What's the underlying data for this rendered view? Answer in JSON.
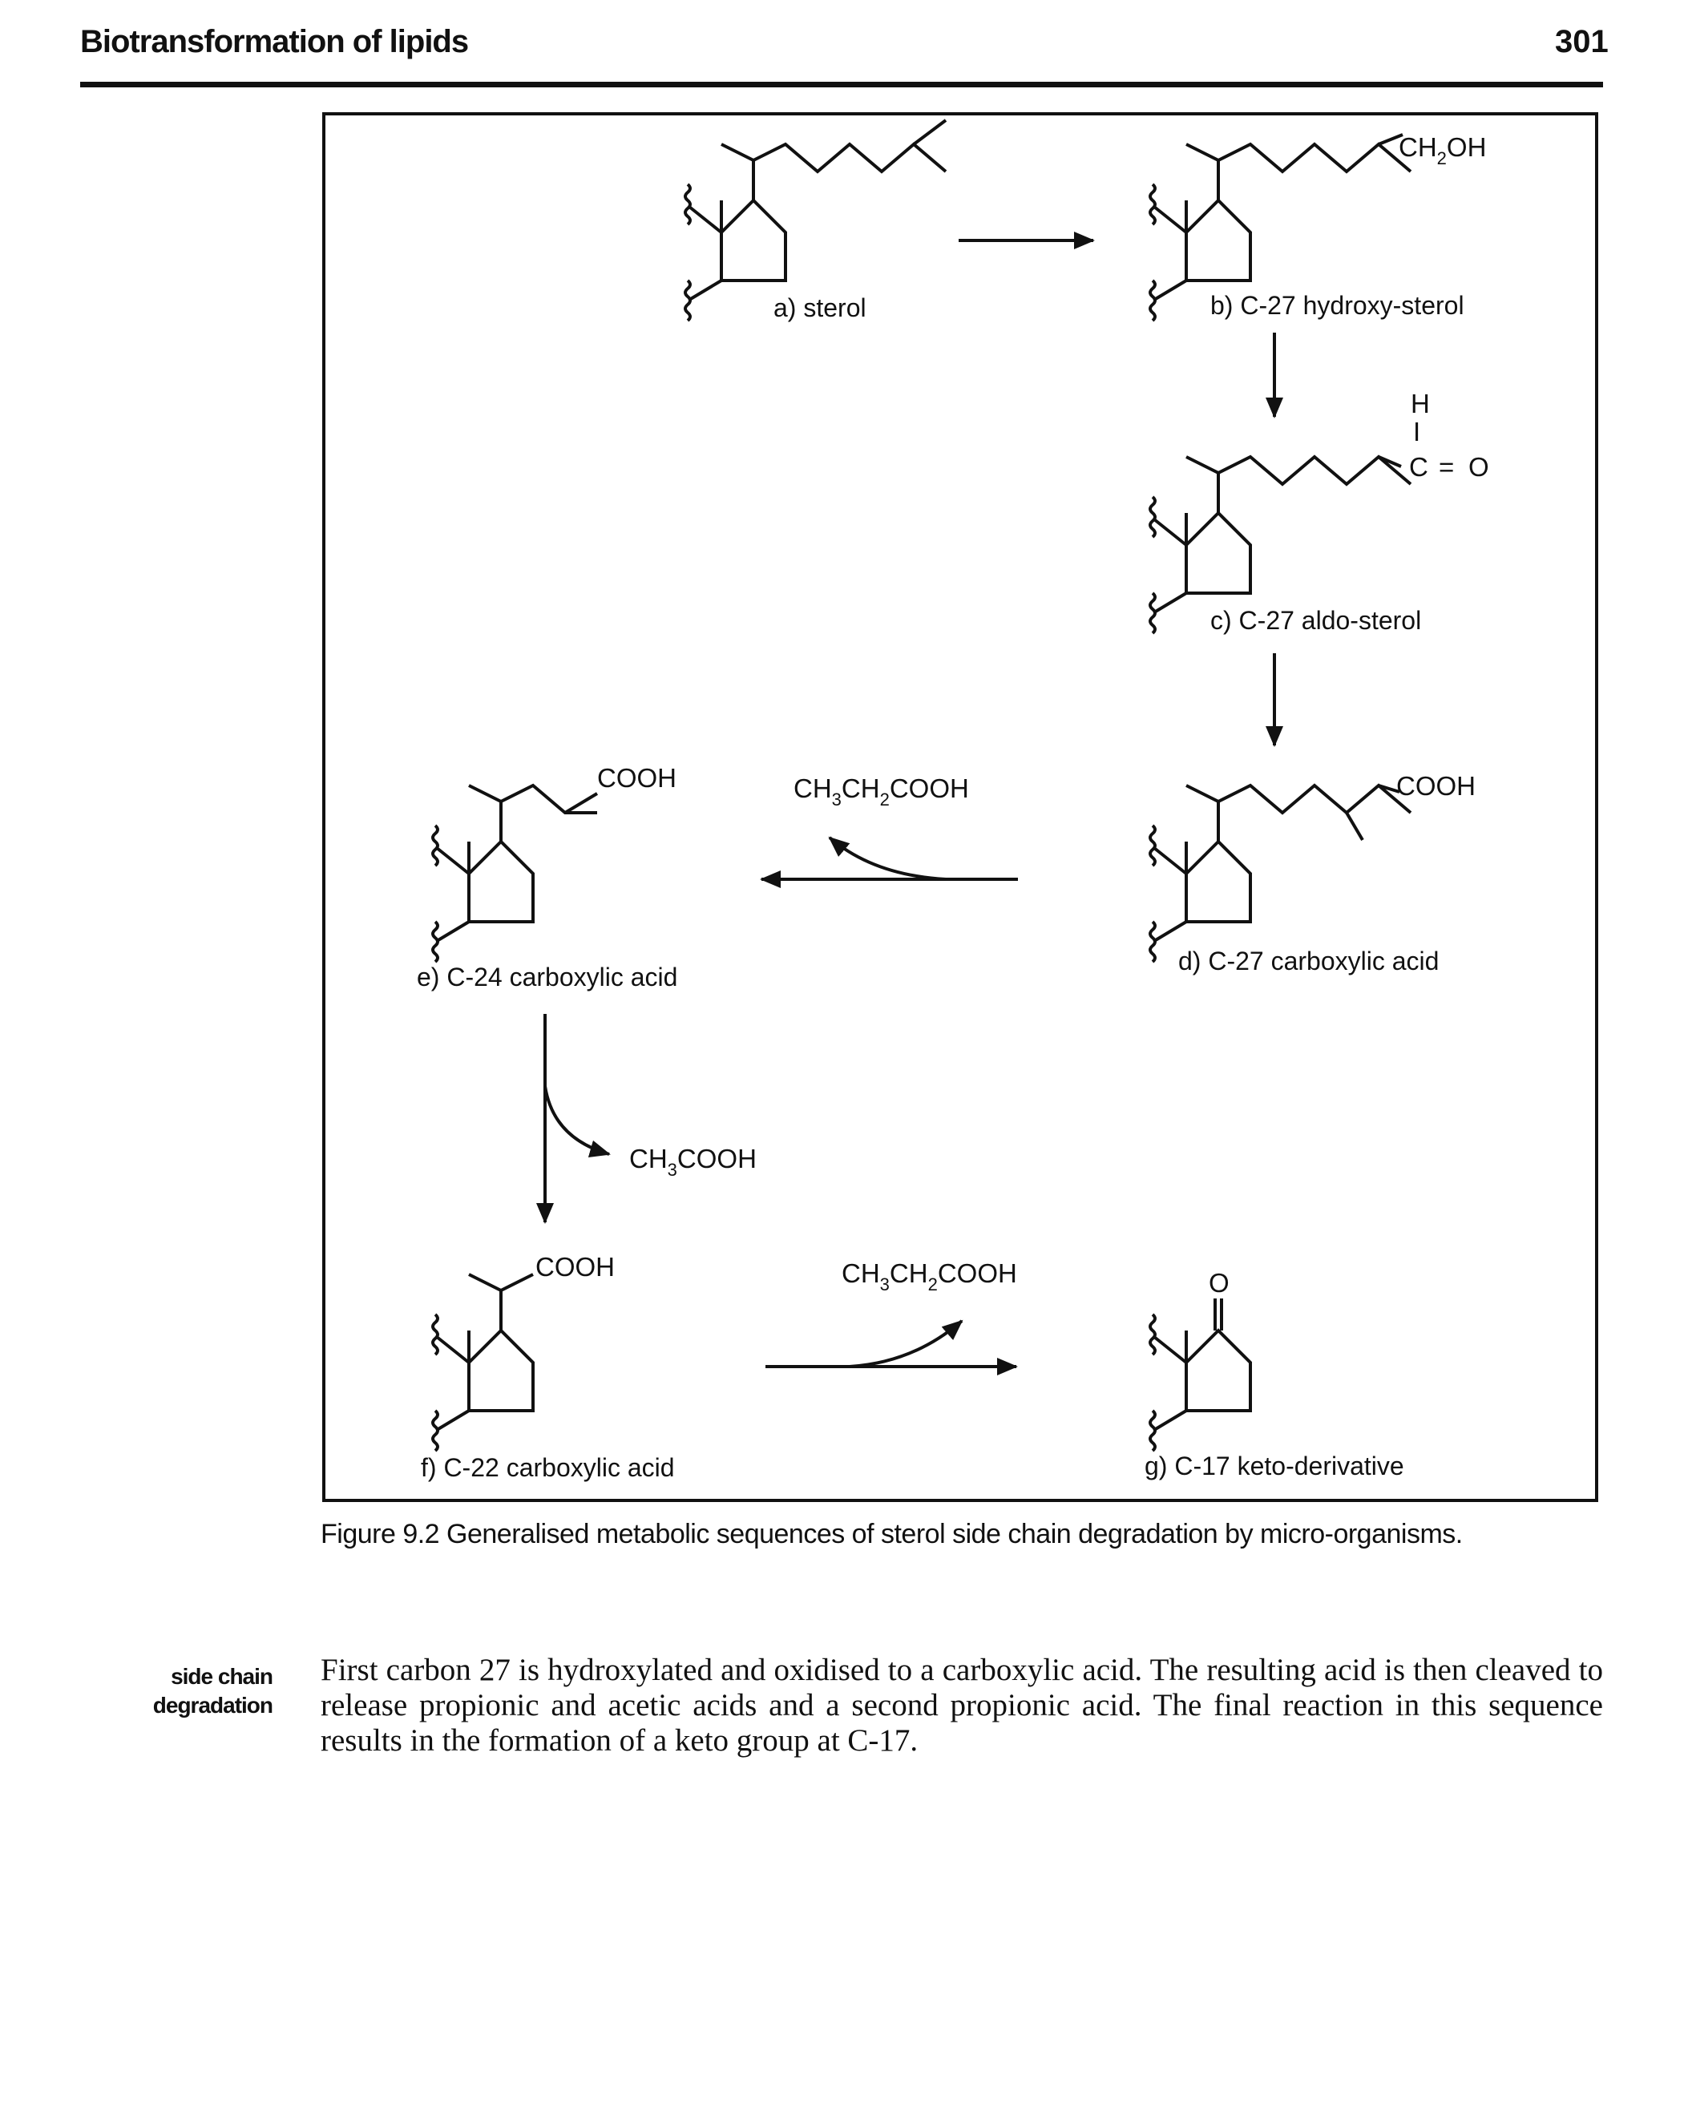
{
  "header": {
    "title": "Biotransformation of lipids",
    "page_number": "301"
  },
  "figure": {
    "labels": {
      "a": "a) sterol",
      "b": "b) C-27 hydroxy-sterol",
      "c": "c) C-27 aldo-sterol",
      "d": "d) C-27 carboxylic acid",
      "e": "e) C-24 carboxylic acid",
      "f": "f) C-22 carboxylic acid",
      "g": "g) C-17 keto-derivative"
    },
    "groups": {
      "ch2oh_main": "CH",
      "ch2oh_sub": "2",
      "ch2oh_tail": "OH",
      "aldehyde_h": "H",
      "aldehyde_bar": "I",
      "aldehyde_c": "C",
      "aldehyde_eq": "=",
      "aldehyde_o": "O",
      "cooh": "COOH",
      "keto_o": "O"
    },
    "byproducts": {
      "propionic_1": [
        "CH",
        "3",
        "CH",
        "2",
        "COOH"
      ],
      "acetic": [
        "CH",
        "3",
        "COOH"
      ],
      "propionic_2": [
        "CH",
        "3",
        "CH",
        "2",
        "COOH"
      ]
    },
    "caption": {
      "number": "Figure 9.2",
      "text": "Generalised metabolic sequences of sterol side chain degradation by micro-organisms."
    }
  },
  "margin_note": {
    "line1": "side chain",
    "line2": "degradation"
  },
  "body": {
    "paragraph": "First carbon 27 is hydroxylated and oxidised to a carboxylic acid. The resulting acid is then cleaved to release propionic and acetic acids and a second propionic acid. The final reaction in this sequence results in the formation of a keto group at C-17."
  }
}
